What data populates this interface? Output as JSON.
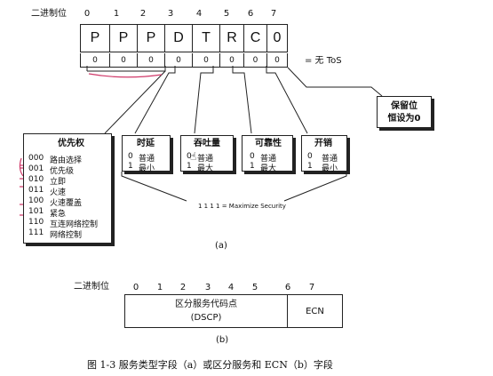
{
  "a": {
    "binary_label": "二进制位",
    "bit_numbers": [
      "0",
      "1",
      "2",
      "3",
      "4",
      "5",
      "6",
      "7"
    ],
    "letters": [
      "P",
      "P",
      "P",
      "D",
      "T",
      "R",
      "C",
      "0"
    ],
    "zeros": [
      "0",
      "0",
      "0",
      "0",
      "0",
      "0",
      "0",
      "0"
    ],
    "no_tos": "= 无 ToS",
    "reserved": {
      "line1": "保留位",
      "line2": "恒设为0"
    },
    "priority": {
      "title": "优先权",
      "rows": [
        {
          "code": "000",
          "label": "路由选择"
        },
        {
          "code": "001",
          "label": "优先级"
        },
        {
          "code": "010",
          "label": "立即"
        },
        {
          "code": "011",
          "label": "火速"
        },
        {
          "code": "100",
          "label": "火速覆盖"
        },
        {
          "code": "101",
          "label": "紧急"
        },
        {
          "code": "110",
          "label": "互连网络控制"
        },
        {
          "code": "111",
          "label": "网络控制"
        }
      ]
    },
    "delay": {
      "title": "时延",
      "rows": [
        {
          "code": "0",
          "label": "普通"
        },
        {
          "code": "1",
          "label": "最小"
        }
      ]
    },
    "throughput": {
      "title": "吞吐量",
      "rows": [
        {
          "code": "0",
          "label": "普通"
        },
        {
          "code": "1",
          "label": "最大"
        }
      ]
    },
    "reliability": {
      "title": "可靠性",
      "rows": [
        {
          "code": "0",
          "label": "普通"
        },
        {
          "code": "1",
          "label": "最大"
        }
      ]
    },
    "cost": {
      "title": "开销",
      "rows": [
        {
          "code": "0",
          "label": "普通"
        },
        {
          "code": "1",
          "label": "最小"
        }
      ]
    },
    "maximize": "1 1 1 1 = Maximize Security",
    "caption": "(a)"
  },
  "b": {
    "binary_label": "二进制位",
    "bit_numbers": [
      "0",
      "1",
      "2",
      "3",
      "4",
      "5",
      "6",
      "7"
    ],
    "dscp_line1": "区分服务代码点",
    "dscp_line2": "(DSCP)",
    "ecn": "ECN",
    "caption": "(b)"
  },
  "figure_caption": "图 1-3   服务类型字段（a）或区分服务和 ECN（b）字段"
}
